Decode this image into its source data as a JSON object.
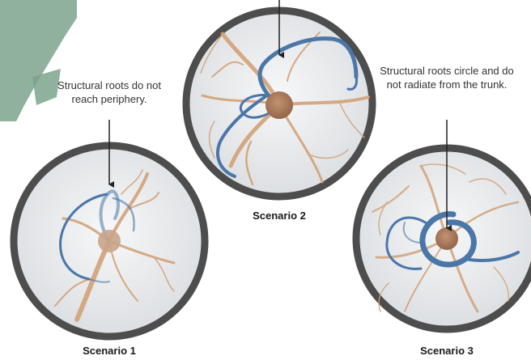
{
  "callouts": {
    "scenario1": "Structural roots do not reach periphery.",
    "scenario3": "Structural roots circle and do not radiate from the trunk."
  },
  "captions": {
    "scenario1": "Scenario 1",
    "scenario2": "Scenario 2",
    "scenario3": "Scenario 3"
  },
  "colors": {
    "pot_rim": "#4d4d4d",
    "pot_inner": "#e6e8ea",
    "fine_root": "#d3a278",
    "structural_root": "#4a76a8",
    "trunk": "#a8795a",
    "watermark": "#7da38c"
  }
}
